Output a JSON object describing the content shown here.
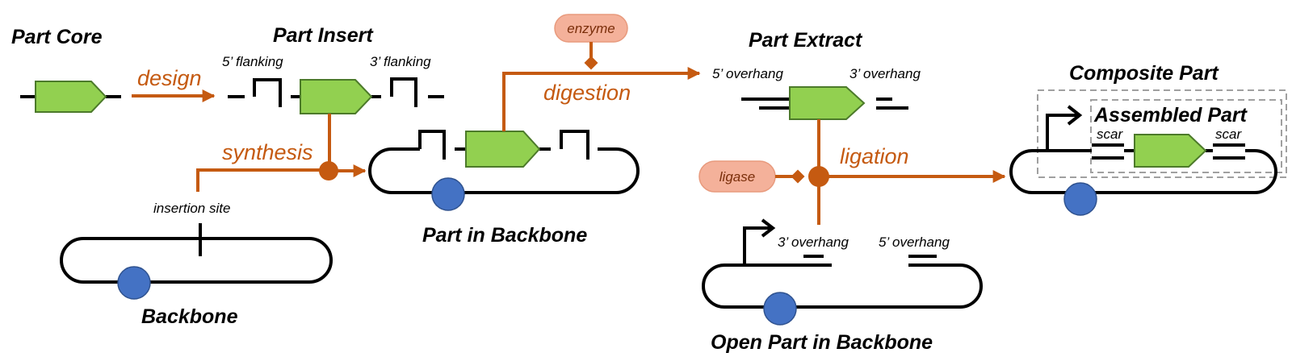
{
  "titles": {
    "part_core": "Part Core",
    "part_insert": "Part Insert",
    "part_extract": "Part Extract",
    "composite_part": "Composite Part",
    "assembled_part": "Assembled Part",
    "part_in_backbone": "Part in Backbone",
    "backbone": "Backbone",
    "open_part_in_backbone": "Open Part in Backbone"
  },
  "labels": {
    "flank5": "5’ flanking",
    "flank3": "3’ flanking",
    "overhang5_extract": "5’ overhang",
    "overhang3_extract": "3’ overhang",
    "overhang3_open": "3’ overhang",
    "overhang5_open": "5’ overhang",
    "insertion_site": "insertion site",
    "scar_left": "scar",
    "scar_right": "scar"
  },
  "processes": {
    "design": "design",
    "synthesis": "synthesis",
    "digestion": "digestion",
    "ligation": "ligation"
  },
  "reagents": {
    "enzyme": "enzyme",
    "ligase": "ligase"
  },
  "colors": {
    "process": "#c55a11",
    "cds_fill": "#92d050",
    "origin_fill": "#4472c4",
    "reagent_fill": "#f4b19a"
  }
}
